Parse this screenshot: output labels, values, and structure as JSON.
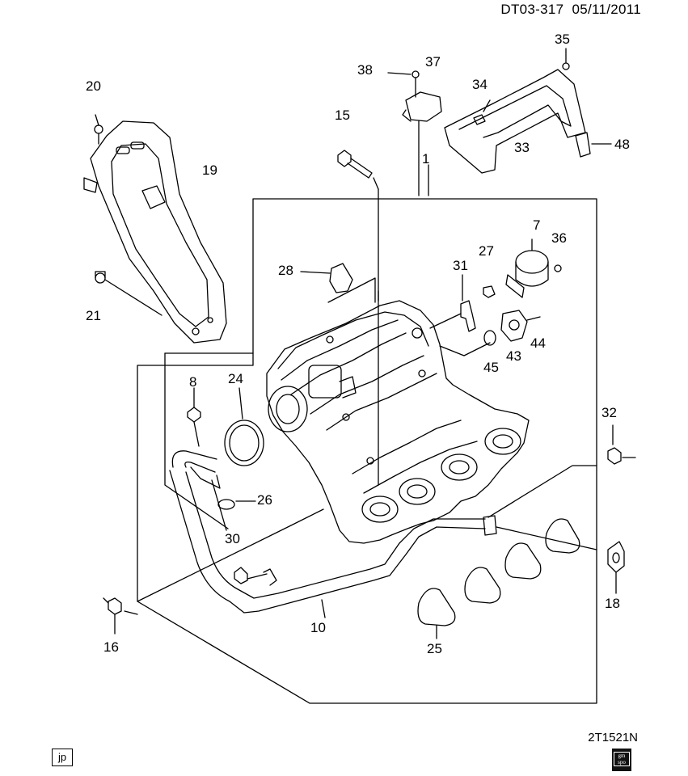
{
  "header": {
    "doc_id": "DT03-317",
    "date": "05/11/2011"
  },
  "footer": {
    "diagram_code": "2T1521N",
    "region_badge": "jp",
    "brand_badge": "gm spo"
  },
  "callouts": [
    "1",
    "7",
    "8",
    "10",
    "15",
    "16",
    "18",
    "19",
    "20",
    "21",
    "24",
    "25",
    "26",
    "27",
    "28",
    "30",
    "31",
    "32",
    "33",
    "34",
    "35",
    "36",
    "37",
    "38",
    "43",
    "44",
    "45",
    "48"
  ],
  "colors": {
    "line": "#000000",
    "background": "#ffffff"
  }
}
